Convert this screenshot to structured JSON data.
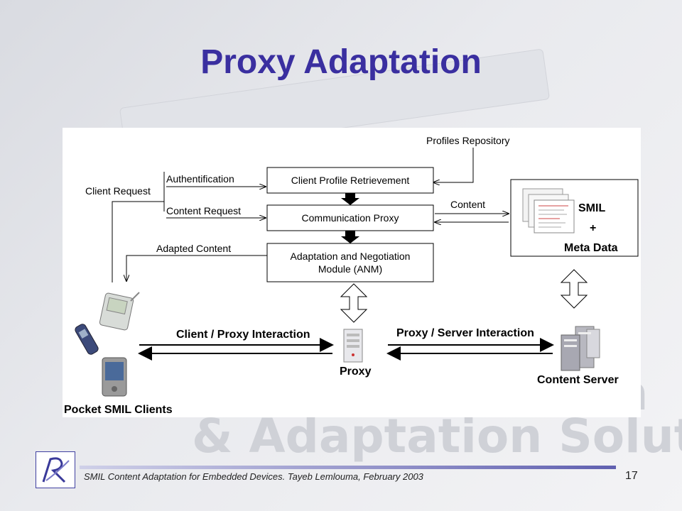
{
  "slide": {
    "title": "Proxy Adaptation",
    "footer": "SMIL Content Adaptation for Embedded Devices. Tayeb Lemlouma, February 2003",
    "page_number": "17",
    "watermark_line1": "on",
    "watermark_line2": "& Adaptation Solution"
  },
  "diagram": {
    "profiles_repository": "Profiles Repository",
    "authentification": "Authentification",
    "client_request": "Client Request",
    "content_request": "Content Request",
    "adapted_content": "Adapted Content",
    "content": "Content",
    "box_client_profile": "Client Profile Retrievement",
    "box_comm_proxy": "Communication Proxy",
    "box_anm_line1": "Adaptation and Negotiation",
    "box_anm_line2": "Module (ANM)",
    "smil": "SMIL",
    "plus": "+",
    "meta_data": "Meta Data",
    "client_proxy_interaction": "Client / Proxy Interaction",
    "proxy_server_interaction": "Proxy / Server Interaction",
    "proxy": "Proxy",
    "content_server": "Content Server",
    "pocket_clients": "Pocket SMIL Clients"
  }
}
